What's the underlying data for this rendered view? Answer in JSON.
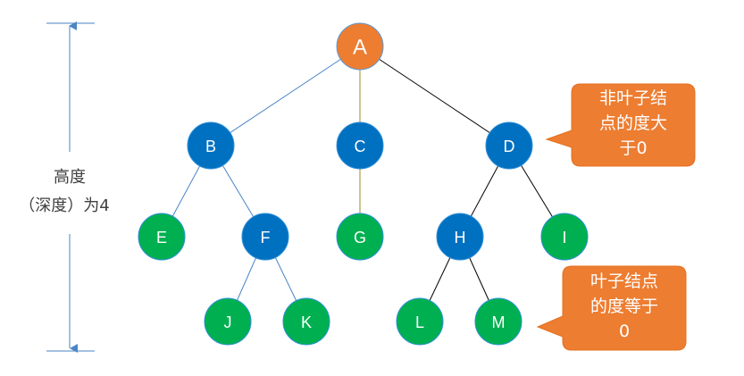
{
  "colors": {
    "root_fill": "#ED7D31",
    "internal_fill": "#0070C0",
    "leaf_fill": "#00B050",
    "node_border": "#2F8FD8",
    "edge_blue": "#4A86C5",
    "edge_gold": "#A08A2E",
    "edge_black": "#000000",
    "callout_fill": "#ED7D31",
    "measure_line": "#4A86C5"
  },
  "height_annotation": {
    "line1": "高度",
    "line2": "（深度）为4"
  },
  "callouts": [
    {
      "id": "non-leaf",
      "lines": [
        "非叶子结",
        "点的度大",
        "于0"
      ]
    },
    {
      "id": "leaf",
      "lines": [
        "叶子结点",
        "的度等于",
        "0"
      ]
    }
  ],
  "tree": {
    "nodes": [
      {
        "id": "A",
        "label": "A",
        "type": "root"
      },
      {
        "id": "B",
        "label": "B",
        "type": "internal"
      },
      {
        "id": "C",
        "label": "C",
        "type": "internal"
      },
      {
        "id": "D",
        "label": "D",
        "type": "internal"
      },
      {
        "id": "E",
        "label": "E",
        "type": "leaf"
      },
      {
        "id": "F",
        "label": "F",
        "type": "internal"
      },
      {
        "id": "G",
        "label": "G",
        "type": "leaf"
      },
      {
        "id": "H",
        "label": "H",
        "type": "internal"
      },
      {
        "id": "I",
        "label": "I",
        "type": "leaf"
      },
      {
        "id": "J",
        "label": "J",
        "type": "leaf"
      },
      {
        "id": "K",
        "label": "K",
        "type": "leaf"
      },
      {
        "id": "L",
        "label": "L",
        "type": "leaf"
      },
      {
        "id": "M",
        "label": "M",
        "type": "leaf"
      }
    ],
    "edges": [
      {
        "from": "A",
        "to": "B",
        "color": "blue"
      },
      {
        "from": "A",
        "to": "C",
        "color": "gold"
      },
      {
        "from": "A",
        "to": "D",
        "color": "black"
      },
      {
        "from": "B",
        "to": "E",
        "color": "blue"
      },
      {
        "from": "B",
        "to": "F",
        "color": "blue"
      },
      {
        "from": "C",
        "to": "G",
        "color": "gold"
      },
      {
        "from": "D",
        "to": "H",
        "color": "black"
      },
      {
        "from": "D",
        "to": "I",
        "color": "black"
      },
      {
        "from": "F",
        "to": "J",
        "color": "blue"
      },
      {
        "from": "F",
        "to": "K",
        "color": "blue"
      },
      {
        "from": "H",
        "to": "L",
        "color": "black"
      },
      {
        "from": "H",
        "to": "M",
        "color": "black"
      }
    ]
  }
}
